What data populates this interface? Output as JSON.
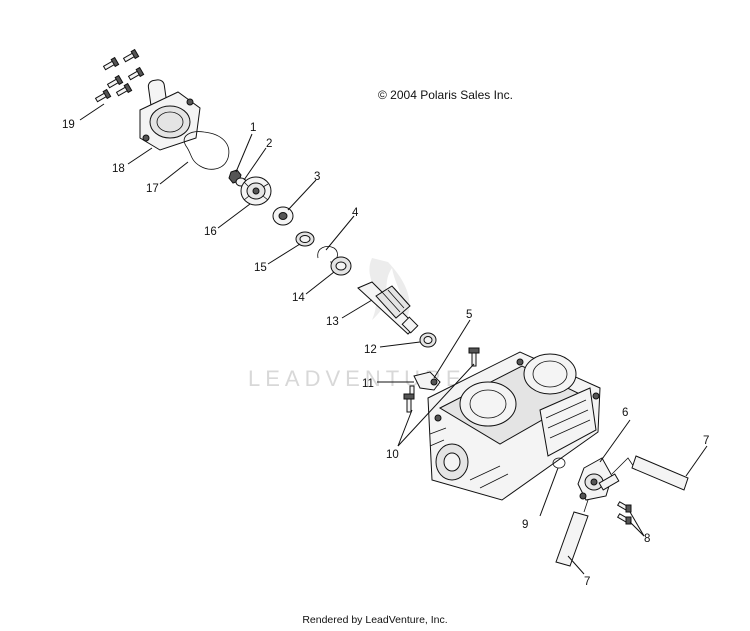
{
  "copyright": "© 2004 Polaris Sales Inc.",
  "footer": "Rendered by LeadVenture, Inc.",
  "watermark": "LEADVENTURE",
  "callouts": {
    "c1": "1",
    "c2": "2",
    "c3": "3",
    "c4": "4",
    "c5": "5",
    "c6": "6",
    "c7a": "7",
    "c7b": "7",
    "c8": "8",
    "c9": "9",
    "c10": "10",
    "c11": "11",
    "c12": "12",
    "c13": "13",
    "c14": "14",
    "c15": "15",
    "c16": "16",
    "c17": "17",
    "c18": "18",
    "c19": "19"
  }
}
